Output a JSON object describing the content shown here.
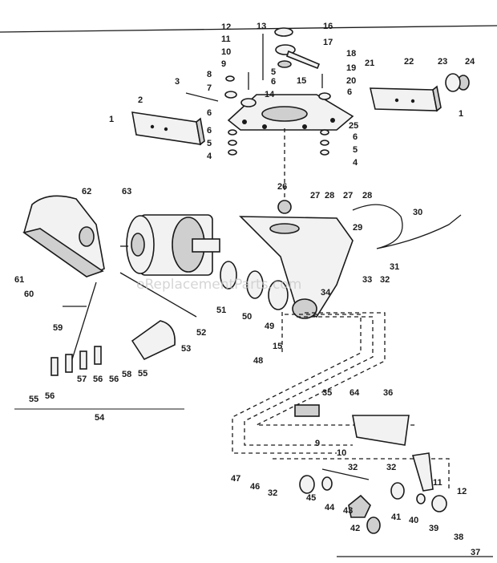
{
  "watermark": "eReplacementParts.com",
  "part_numbers": [
    "1",
    "2",
    "3",
    "4",
    "5",
    "6",
    "7",
    "8",
    "9",
    "10",
    "11",
    "12",
    "13",
    "14",
    "15",
    "16",
    "17",
    "18",
    "19",
    "20",
    "21",
    "22",
    "23",
    "24",
    "25",
    "26",
    "27",
    "28",
    "29",
    "30",
    "31",
    "32",
    "33",
    "34",
    "35",
    "36",
    "37",
    "38",
    "39",
    "40",
    "41",
    "42",
    "43",
    "44",
    "45",
    "46",
    "47",
    "48",
    "49",
    "50",
    "51",
    "52",
    "53",
    "54",
    "55",
    "56",
    "57",
    "58",
    "59",
    "60",
    "61",
    "62",
    "63",
    "64"
  ],
  "colors": {
    "ink": "#1a1a1a",
    "paper": "#ffffff",
    "watermark": "#c8c8c8"
  }
}
